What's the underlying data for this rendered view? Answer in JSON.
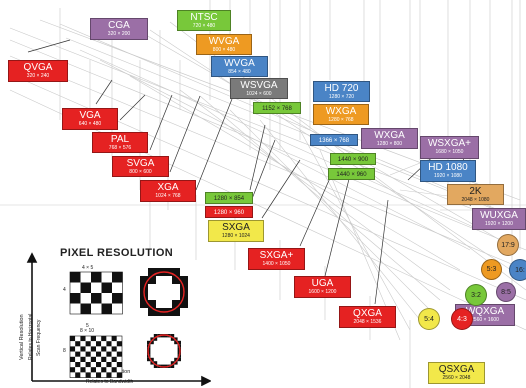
{
  "resolutions": [
    {
      "name": "CGA",
      "res": "320 × 200",
      "color": "#9b6fa6"
    },
    {
      "name": "NTSC",
      "res": "720 × 480",
      "color": "#78c83a"
    },
    {
      "name": "QVGA",
      "res": "320 × 240",
      "color": "#e52222"
    },
    {
      "name": "WVGA",
      "res": "800 × 480",
      "color": "#ee9a22"
    },
    {
      "name": "WVGA",
      "res": "854 × 480",
      "color": "#4a84c6"
    },
    {
      "name": "WSVGA",
      "res": "1024 × 600",
      "color": "#7a7a7a"
    },
    {
      "name": "HD 720",
      "res": "1280 × 720",
      "color": "#4a84c6"
    },
    {
      "name": "1152 × 768",
      "res": "",
      "color": "#78c83a"
    },
    {
      "name": "WXGA",
      "res": "1280 × 768",
      "color": "#ee9a22"
    },
    {
      "name": "VGA",
      "res": "640 × 480",
      "color": "#e52222"
    },
    {
      "name": "PAL",
      "res": "768 × 576",
      "color": "#e52222"
    },
    {
      "name": "1366 × 768",
      "res": "",
      "color": "#4a84c6"
    },
    {
      "name": "WXGA",
      "res": "1280 × 800",
      "color": "#9b6fa6"
    },
    {
      "name": "WSXGA+",
      "res": "1680 × 1050",
      "color": "#9b6fa6"
    },
    {
      "name": "SVGA",
      "res": "800 × 600",
      "color": "#e52222"
    },
    {
      "name": "1440 × 900",
      "res": "",
      "color": "#78c83a"
    },
    {
      "name": "HD 1080",
      "res": "1920 × 1080",
      "color": "#4a84c6"
    },
    {
      "name": "1440 × 960",
      "res": "",
      "color": "#78c83a"
    },
    {
      "name": "XGA",
      "res": "1024 × 768",
      "color": "#e52222"
    },
    {
      "name": "2K",
      "res": "2048 × 1080",
      "color": "#e2a860"
    },
    {
      "name": "1280 × 854",
      "res": "",
      "color": "#78c83a"
    },
    {
      "name": "1280 × 960",
      "res": "",
      "color": "#e52222"
    },
    {
      "name": "WUXGA",
      "res": "1920 × 1200",
      "color": "#9b6fa6"
    },
    {
      "name": "SXGA",
      "res": "1280 × 1024",
      "color": "#f2e84a"
    },
    {
      "name": "SXGA+",
      "res": "1400 × 1050",
      "color": "#e52222"
    },
    {
      "name": "UGA",
      "res": "1600 × 1200",
      "color": "#e52222"
    },
    {
      "name": "QXGA",
      "res": "2048 × 1536",
      "color": "#e52222"
    },
    {
      "name": "WQXGA",
      "res": "2560 × 1600",
      "color": "#9b6fa6"
    },
    {
      "name": "QSXGA",
      "res": "2560 × 2048",
      "color": "#f2e84a"
    }
  ],
  "ratios": [
    {
      "label": "17:9",
      "color": "#e2a860"
    },
    {
      "label": "5:3",
      "color": "#ee9a22"
    },
    {
      "label": "16:",
      "color": "#4a84c6"
    },
    {
      "label": "8:5",
      "color": "#9b6fa6"
    },
    {
      "label": "3:2",
      "color": "#78c83a"
    },
    {
      "label": "5:4",
      "color": "#f2e84a"
    },
    {
      "label": "4:3",
      "color": "#e52222"
    }
  ],
  "inset": {
    "title": "PIXEL RESOLUTION",
    "grid1_dims": "4 × 5",
    "grid1_rows": "4",
    "grid1_cols": "5",
    "grid2_dims": "8 × 10",
    "grid2_rows": "8",
    "grid2_cols": "10",
    "y_axis": "Vertical Resolution",
    "y_axis_sub1": "Relates to Horizontal",
    "y_axis_sub2": "Scan Frequency",
    "x_axis": "Horizontal Resolution",
    "x_axis_sub": "Relates to Bandwidth"
  }
}
